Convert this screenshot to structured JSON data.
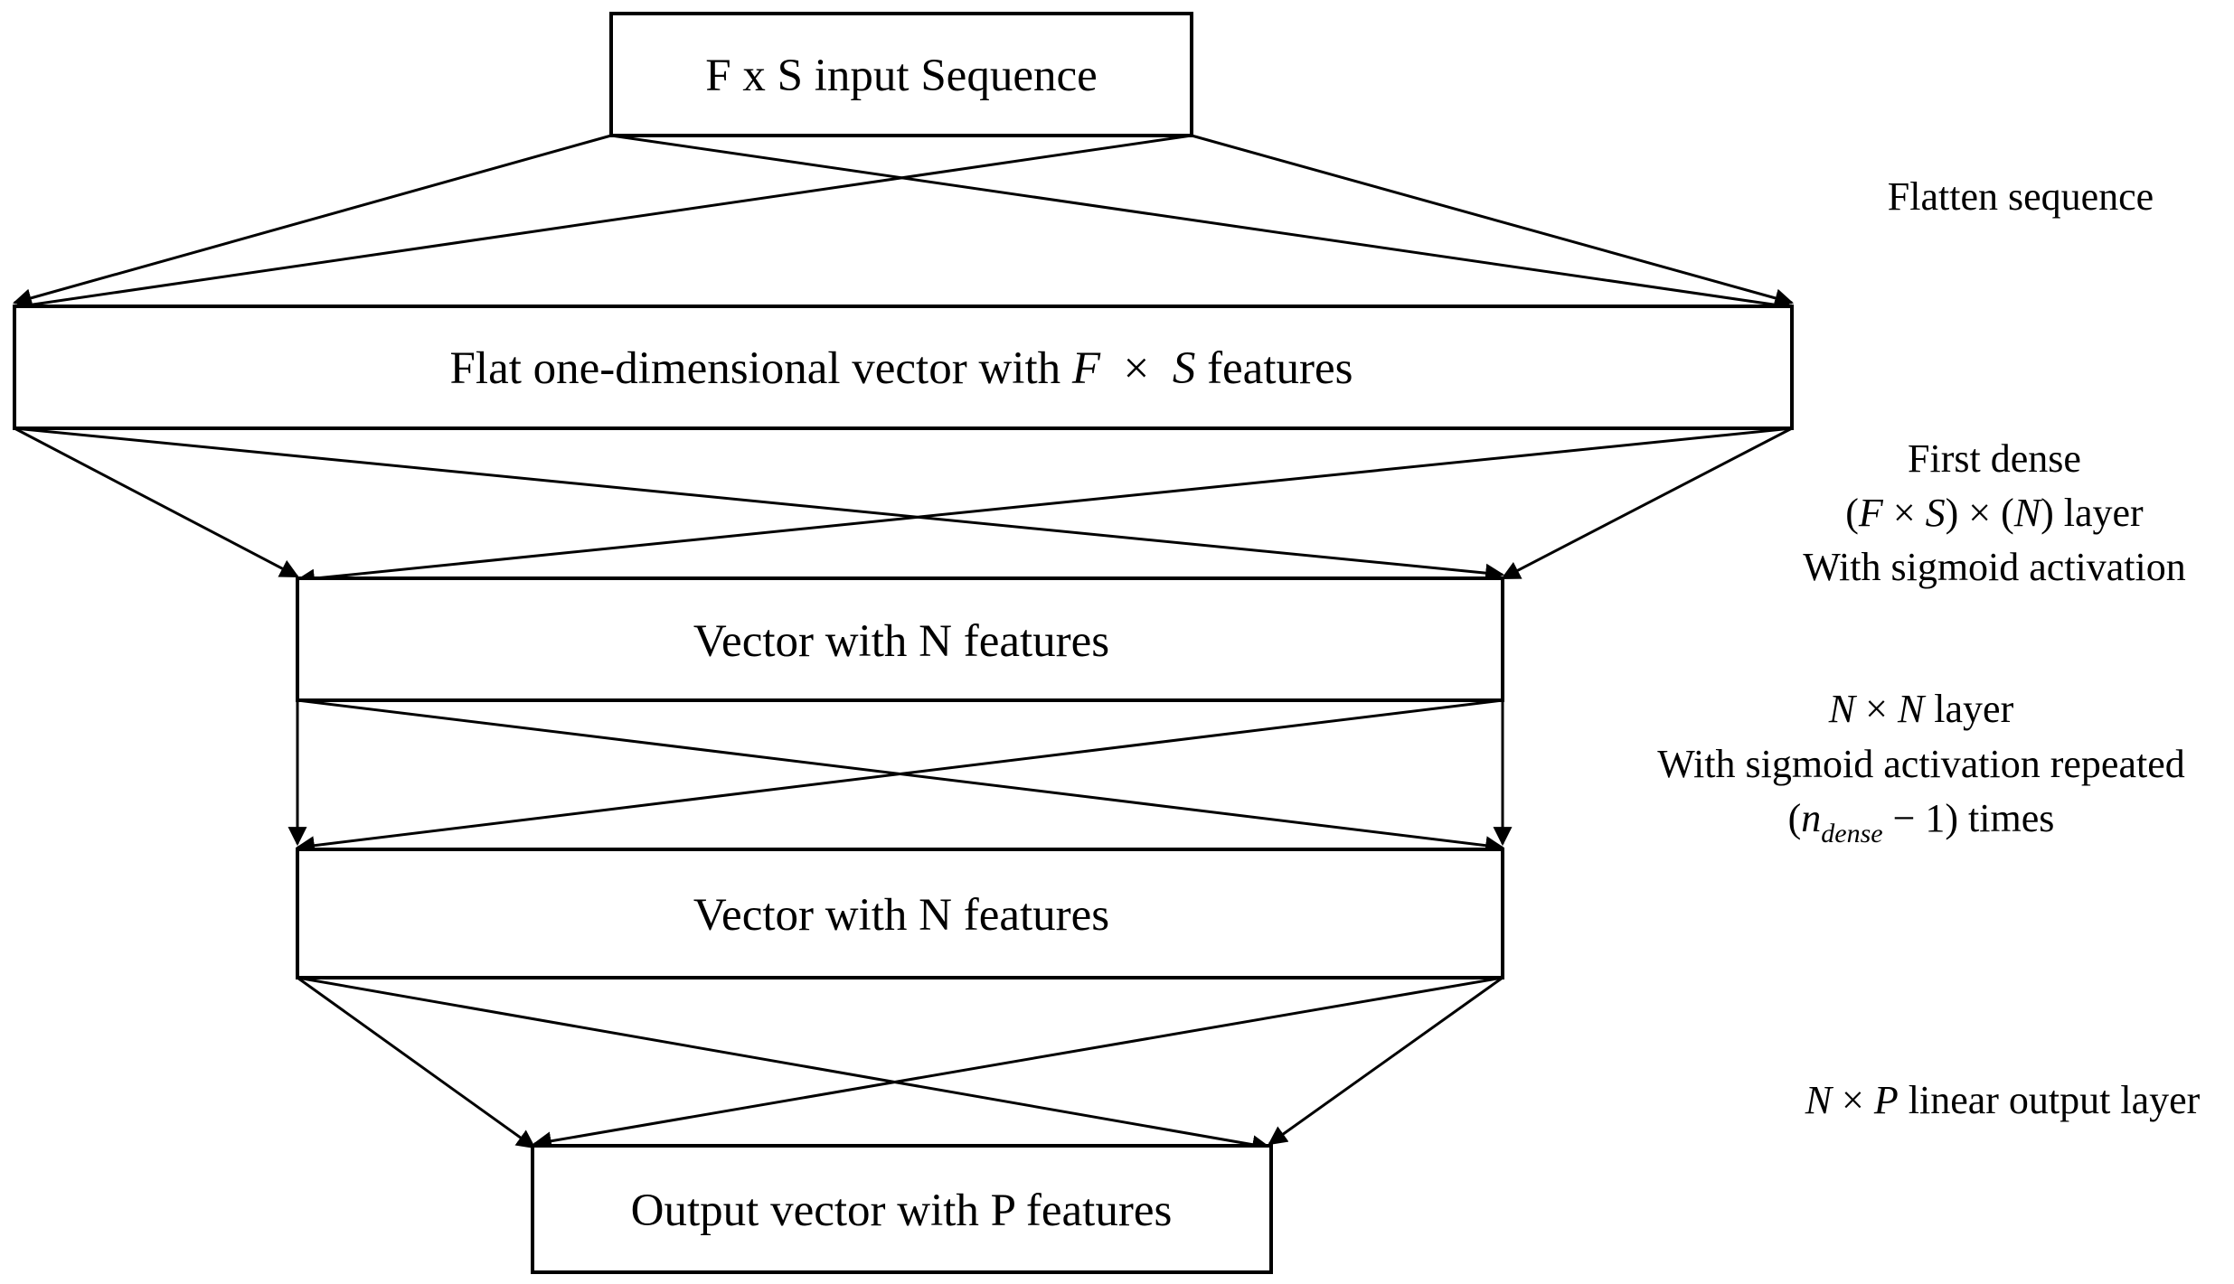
{
  "boxes": {
    "input": "F x S input Sequence",
    "flat": {
      "prefix": "Flat one-dimensional vector with ",
      "math_f": "F",
      "times": "×",
      "math_s": "S",
      "suffix": " features"
    },
    "vector1": "Vector with N features",
    "vector2": "Vector with N features",
    "output": "Output vector with P features"
  },
  "annotations": {
    "flatten": "Flatten sequence",
    "first_dense": {
      "line1": "First dense",
      "line2": {
        "open": "(",
        "f": "F",
        "times1": " × ",
        "s": "S",
        "mid": ") × (",
        "n": "N",
        "close": ") layer"
      },
      "line3": "With sigmoid activation"
    },
    "nxn": {
      "line1": {
        "n1": "N",
        "times": " × ",
        "n2": "N",
        "rest": " layer"
      },
      "line2": "With sigmoid activation repeated",
      "line3": {
        "open": "(",
        "n": "n",
        "sub": "dense",
        "rest": " − 1) times"
      }
    },
    "output_layer": {
      "n": "N",
      "times": " × ",
      "p": "P",
      "rest": " linear output layer"
    }
  }
}
